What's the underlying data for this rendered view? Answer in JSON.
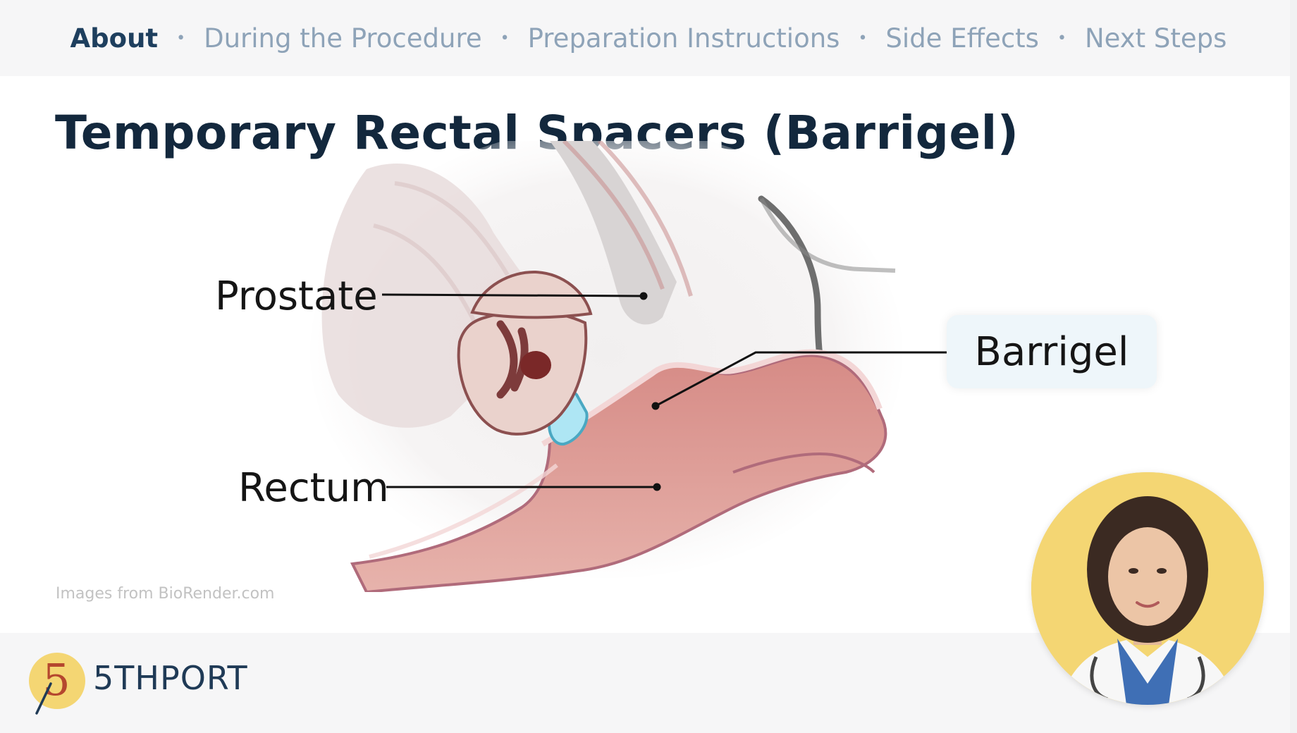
{
  "nav": {
    "items": [
      {
        "label": "About",
        "active": true
      },
      {
        "label": "During the Procedure",
        "active": false
      },
      {
        "label": "Preparation Instructions",
        "active": false
      },
      {
        "label": "Side Effects",
        "active": false
      },
      {
        "label": "Next Steps",
        "active": false
      }
    ],
    "separator": "•"
  },
  "slide": {
    "title": "Temporary Rectal Spacers (Barrigel)",
    "labels": {
      "prostate": "Prostate",
      "rectum": "Rectum",
      "barrigel": "Barrigel"
    },
    "credit": "Images from BioRender.com"
  },
  "brand": {
    "logo_number": "5",
    "name": "5THPORT"
  },
  "colors": {
    "nav_active": "#1e3f5e",
    "nav_inactive": "#8ea3b8",
    "title": "#13283d",
    "spacer": "#aee6f4",
    "avatar_bg": "#f4d673",
    "logo_circle": "#f4d673"
  }
}
